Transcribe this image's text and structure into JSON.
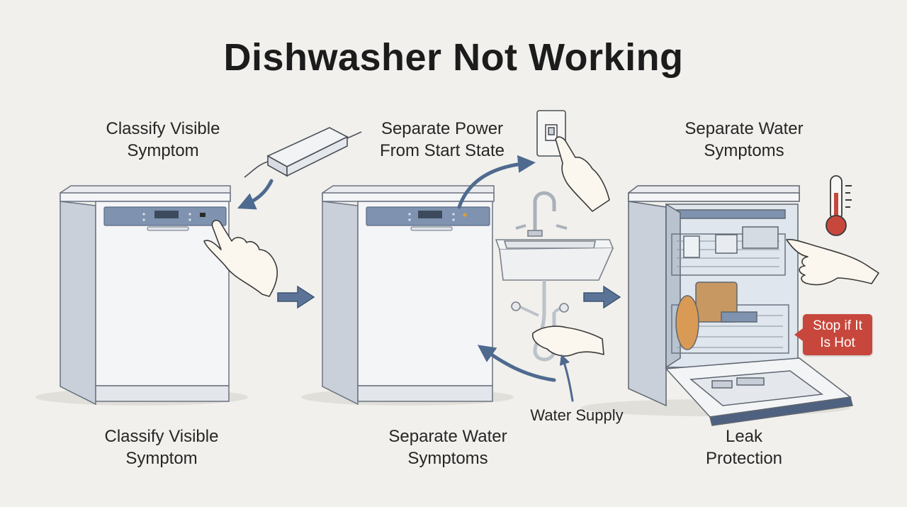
{
  "title": "Dishwasher Not Working",
  "steps": [
    {
      "top_label": [
        "Classify Visible",
        "Symptom"
      ],
      "bottom_label": [
        "Classify Visible",
        "Symptom"
      ]
    },
    {
      "top_label": [
        "Separate Power",
        "From Start State"
      ],
      "bottom_label": [
        "Separate Water",
        "Symptoms"
      ]
    },
    {
      "top_label": [
        "Separate Water",
        "Symptoms"
      ],
      "bottom_label": [
        "Leak",
        "Protection"
      ]
    }
  ],
  "callouts": {
    "water_supply": "Water Supply",
    "warning": [
      "Stop if It",
      "Is Hot"
    ]
  },
  "icons": [
    "power-adapter-icon",
    "light-switch-icon",
    "thermometer-icon",
    "faucet-icon",
    "hand-icon",
    "arrow-icon"
  ],
  "colors": {
    "panel_blue": "#7f93b0",
    "arrow_blue": "#4f6a8f",
    "warning_red": "#c8473c",
    "background": "#f1f0ec"
  }
}
